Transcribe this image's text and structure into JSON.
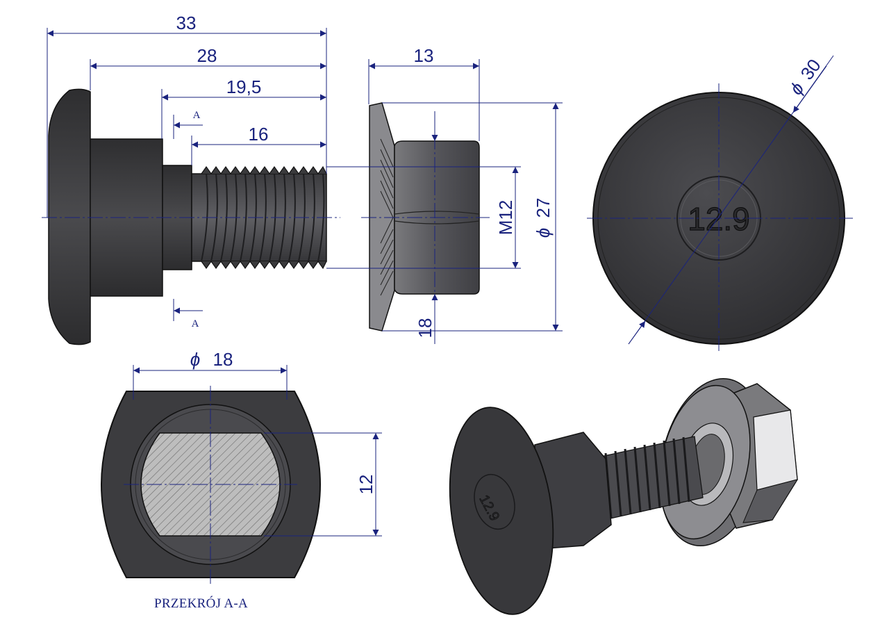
{
  "colors": {
    "dimension": "#1a237e",
    "part_dark": "#3a3a3c",
    "part_mid": "#56565a",
    "outline": "#111111",
    "hatch_fill": "#bdbdbd"
  },
  "dimensions": {
    "total_length": "33",
    "under_head_length": "28",
    "neck_to_end": "19,5",
    "thread_length": "16",
    "nut_height": "13",
    "thread_size": "M12",
    "flange_diameter": "27",
    "nut_width": "18",
    "head_diameter": "30",
    "section_diameter": "18",
    "section_flat": "12"
  },
  "symbols": {
    "diameter": "ϕ"
  },
  "section_marks": {
    "top": "A",
    "bottom": "A"
  },
  "head_marking": "12.9",
  "iso_marking": "12.9",
  "caption": "PRZEKRÓJ A-A"
}
